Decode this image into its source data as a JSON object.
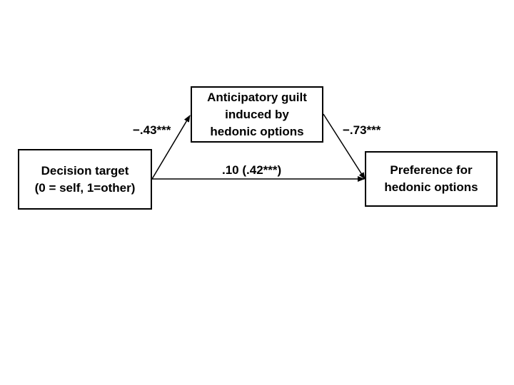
{
  "nodes": {
    "mediator": {
      "lines": [
        "Anticipatory guilt",
        "induced by",
        "hedonic options"
      ]
    },
    "independent": {
      "lines": [
        "Decision target",
        "(0 = self, 1=other)"
      ]
    },
    "dependent": {
      "lines": [
        "Preference for",
        "hedonic options"
      ]
    }
  },
  "paths": {
    "a": {
      "label": "−.43***"
    },
    "b": {
      "label": "−.73***"
    },
    "c": {
      "label": ".10 (.42***)"
    }
  },
  "colors": {
    "line": "#000000",
    "text": "#000000",
    "background": "#ffffff"
  }
}
